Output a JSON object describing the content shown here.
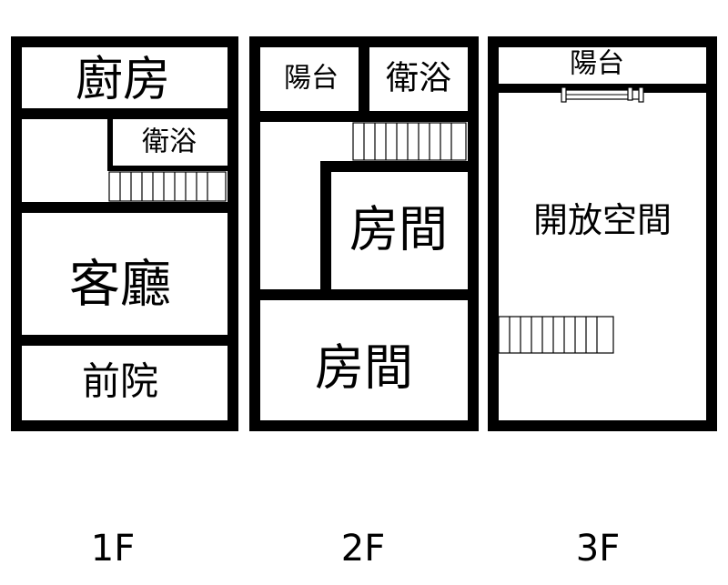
{
  "floors": [
    {
      "id": "1F",
      "label": "1F",
      "rooms": {
        "kitchen": "廚房",
        "bathroom": "衛浴",
        "living_room": "客廳",
        "front_yard": "前院"
      }
    },
    {
      "id": "2F",
      "label": "2F",
      "rooms": {
        "balcony": "陽台",
        "bathroom": "衛浴",
        "room_upper": "房間",
        "room_lower": "房間"
      }
    },
    {
      "id": "3F",
      "label": "3F",
      "rooms": {
        "balcony": "陽台",
        "open_space": "開放空間"
      }
    }
  ],
  "colors": {
    "wall": "#000000",
    "background": "#ffffff"
  }
}
